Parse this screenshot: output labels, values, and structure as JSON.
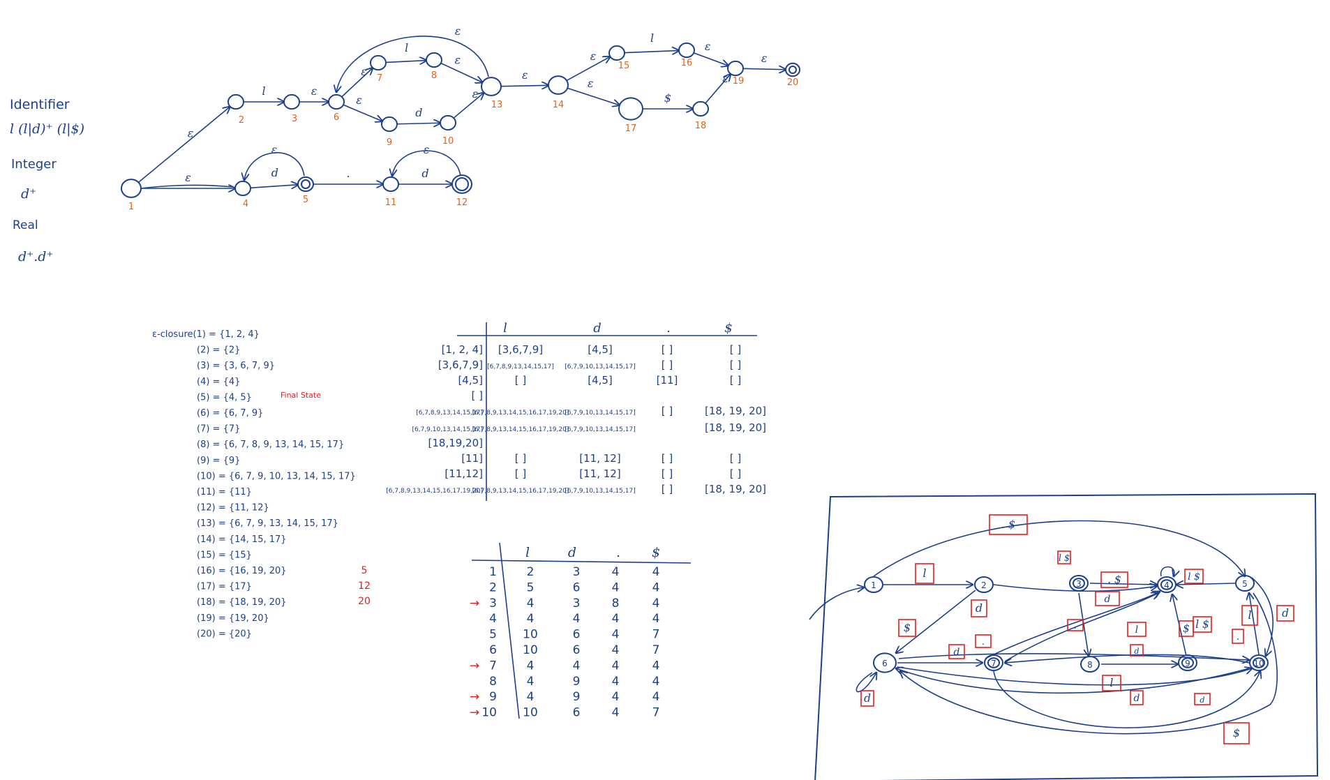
{
  "colors": {
    "ink": "#1c3f8c",
    "state_number": "#e0621c",
    "annotation": "#e02020"
  },
  "regex": {
    "items": [
      {
        "name": "Identifier",
        "expr": "l (l|d)⁺ (l|$)"
      },
      {
        "name": "Integer",
        "expr": "d⁺"
      },
      {
        "name": "Real",
        "expr": "d⁺.d⁺"
      }
    ]
  },
  "nfa": {
    "states": [
      "1",
      "2",
      "3",
      "6",
      "7",
      "8",
      "9",
      "10",
      "13",
      "14",
      "15",
      "16",
      "17",
      "18",
      "19",
      "20",
      "4",
      "5",
      "11",
      "12"
    ],
    "edges": [
      {
        "from": "1",
        "to": "2",
        "label": "ε"
      },
      {
        "from": "2",
        "to": "3",
        "label": "l"
      },
      {
        "from": "3",
        "to": "6",
        "label": "ε"
      },
      {
        "from": "6",
        "to": "7",
        "label": "ε"
      },
      {
        "from": "7",
        "to": "8",
        "label": "l"
      },
      {
        "from": "8",
        "to": "13",
        "label": "ε"
      },
      {
        "from": "6",
        "to": "9",
        "label": "ε"
      },
      {
        "from": "9",
        "to": "10",
        "label": "d"
      },
      {
        "from": "10",
        "to": "13",
        "label": "ε"
      },
      {
        "from": "13",
        "to": "6",
        "label": "ε"
      },
      {
        "from": "13",
        "to": "14",
        "label": "ε"
      },
      {
        "from": "14",
        "to": "15",
        "label": "ε"
      },
      {
        "from": "15",
        "to": "16",
        "label": "l"
      },
      {
        "from": "16",
        "to": "19",
        "label": "ε"
      },
      {
        "from": "14",
        "to": "17",
        "label": "ε"
      },
      {
        "from": "17",
        "to": "18",
        "label": "$"
      },
      {
        "from": "18",
        "to": "19",
        "label": "ε"
      },
      {
        "from": "19",
        "to": "20",
        "label": "ε"
      },
      {
        "from": "1",
        "to": "4",
        "label": "ε"
      },
      {
        "from": "4",
        "to": "5",
        "label": "d"
      },
      {
        "from": "5",
        "to": "4",
        "label": "ε"
      },
      {
        "from": "5",
        "to": "11",
        "label": "."
      },
      {
        "from": "11",
        "to": "12",
        "label": "d"
      },
      {
        "from": "12",
        "to": "11",
        "label": "ε"
      }
    ]
  },
  "closures": {
    "rows": [
      "ε-closure(1) = {1, 2, 4}",
      "(2) = {2}",
      "(3) = {3, 6, 7, 9}",
      "(4) = {4}",
      "(5) = {4, 5}",
      "(6) = {6, 7, 9}",
      "(7) = {7}",
      "(8) = {6, 7, 8, 9, 13, 14, 15, 17}",
      "(9) = {9}",
      "(10) = {6, 7, 9, 10, 13, 14, 15, 17}",
      "(11) = {11}",
      "(12) = {11, 12}",
      "(13) = {6, 7, 9, 13, 14, 15, 17}",
      "(14) = {14, 15, 17}",
      "(15) = {15}",
      "(16) = {16, 19, 20}",
      "(17) = {17}",
      "(18) = {18, 19, 20}",
      "(19) = {19, 20}",
      "(20) = {20}"
    ],
    "final_note": "Final State"
  },
  "subset_table": {
    "headers": [
      "l",
      "d",
      ".",
      "$"
    ],
    "rows": [
      {
        "state": "[1, 2, 4]",
        "cells": [
          "[3,6,7,9]",
          "[4,5]",
          "[ ]",
          "[ ]"
        ]
      },
      {
        "state": "[3,6,7,9]",
        "cells": [
          "[6,7,8,9,13,14,15,17]",
          "[6,7,9,10,13,14,15,17]",
          "[ ]",
          "[ ]"
        ]
      },
      {
        "state": "[4,5]",
        "cells": [
          "[ ]",
          "[4,5]",
          "[11]",
          "[ ]"
        ]
      },
      {
        "state": "[ ]",
        "cells": [
          "",
          "",
          "",
          ""
        ]
      },
      {
        "state": "[6,7,8,9,13,14,15,17]",
        "cells": [
          "[6,7,8,9,13,14,15,16,17,19,20]",
          "[6,7,9,10,13,14,15,17]",
          "[ ]",
          "[18, 19, 20]"
        ]
      },
      {
        "state": "[6,7,9,10,13,14,15,17]",
        "cells": [
          "[6,7,8,9,13,14,15,16,17,19,20]",
          "[6,7,9,10,13,14,15,17]",
          "",
          "[18, 19, 20]"
        ]
      },
      {
        "state": "[18,19,20]",
        "cells": [
          "",
          "",
          "",
          ""
        ]
      },
      {
        "state": "[11]",
        "cells": [
          "[ ]",
          "[11, 12]",
          "[ ]",
          "[ ]"
        ]
      },
      {
        "state": "[11,12]",
        "cells": [
          "[ ]",
          "[11, 12]",
          "[ ]",
          "[ ]"
        ]
      },
      {
        "state": "[6,7,8,9,13,14,15,16,17,19,20]",
        "cells": [
          "[6,7,8,9,13,14,15,16,17,19,20]",
          "[6,7,9,10,13,14,15,17]",
          "[ ]",
          "[18, 19, 20]"
        ]
      }
    ]
  },
  "dfa_table": {
    "headers": [
      "l",
      "d",
      ".",
      "$"
    ],
    "rows": [
      {
        "state": "1",
        "cells": [
          "2",
          "3",
          "4",
          "4"
        ],
        "arrow": false
      },
      {
        "state": "2",
        "cells": [
          "5",
          "6",
          "4",
          "4"
        ],
        "arrow": false
      },
      {
        "state": "3",
        "cells": [
          "4",
          "3",
          "8",
          "4"
        ],
        "arrow": true
      },
      {
        "state": "4",
        "cells": [
          "4",
          "4",
          "4",
          "4"
        ],
        "arrow": false
      },
      {
        "state": "5",
        "cells": [
          "10",
          "6",
          "4",
          "7"
        ],
        "arrow": false
      },
      {
        "state": "6",
        "cells": [
          "10",
          "6",
          "4",
          "7"
        ],
        "arrow": false
      },
      {
        "state": "7",
        "cells": [
          "4",
          "4",
          "4",
          "4"
        ],
        "arrow": true
      },
      {
        "state": "8",
        "cells": [
          "4",
          "9",
          "4",
          "4"
        ],
        "arrow": false
      },
      {
        "state": "9",
        "cells": [
          "4",
          "9",
          "4",
          "4"
        ],
        "arrow": true
      },
      {
        "state": "10",
        "cells": [
          "10",
          "6",
          "4",
          "7"
        ],
        "arrow": true
      }
    ],
    "side_notes": [
      "5",
      "12",
      "20"
    ]
  },
  "dfa_graph": {
    "states": [
      "1",
      "2",
      "3",
      "4",
      "5",
      "6",
      "7",
      "8",
      "9",
      "10"
    ],
    "labels": [
      ". $",
      "l",
      "d",
      "l $",
      ". $",
      "d",
      ".",
      "d",
      "$",
      ".",
      "l",
      "$",
      "l $",
      "l $",
      ".",
      "l",
      "d",
      "d",
      "l",
      "d",
      "d",
      "$",
      "d"
    ]
  }
}
